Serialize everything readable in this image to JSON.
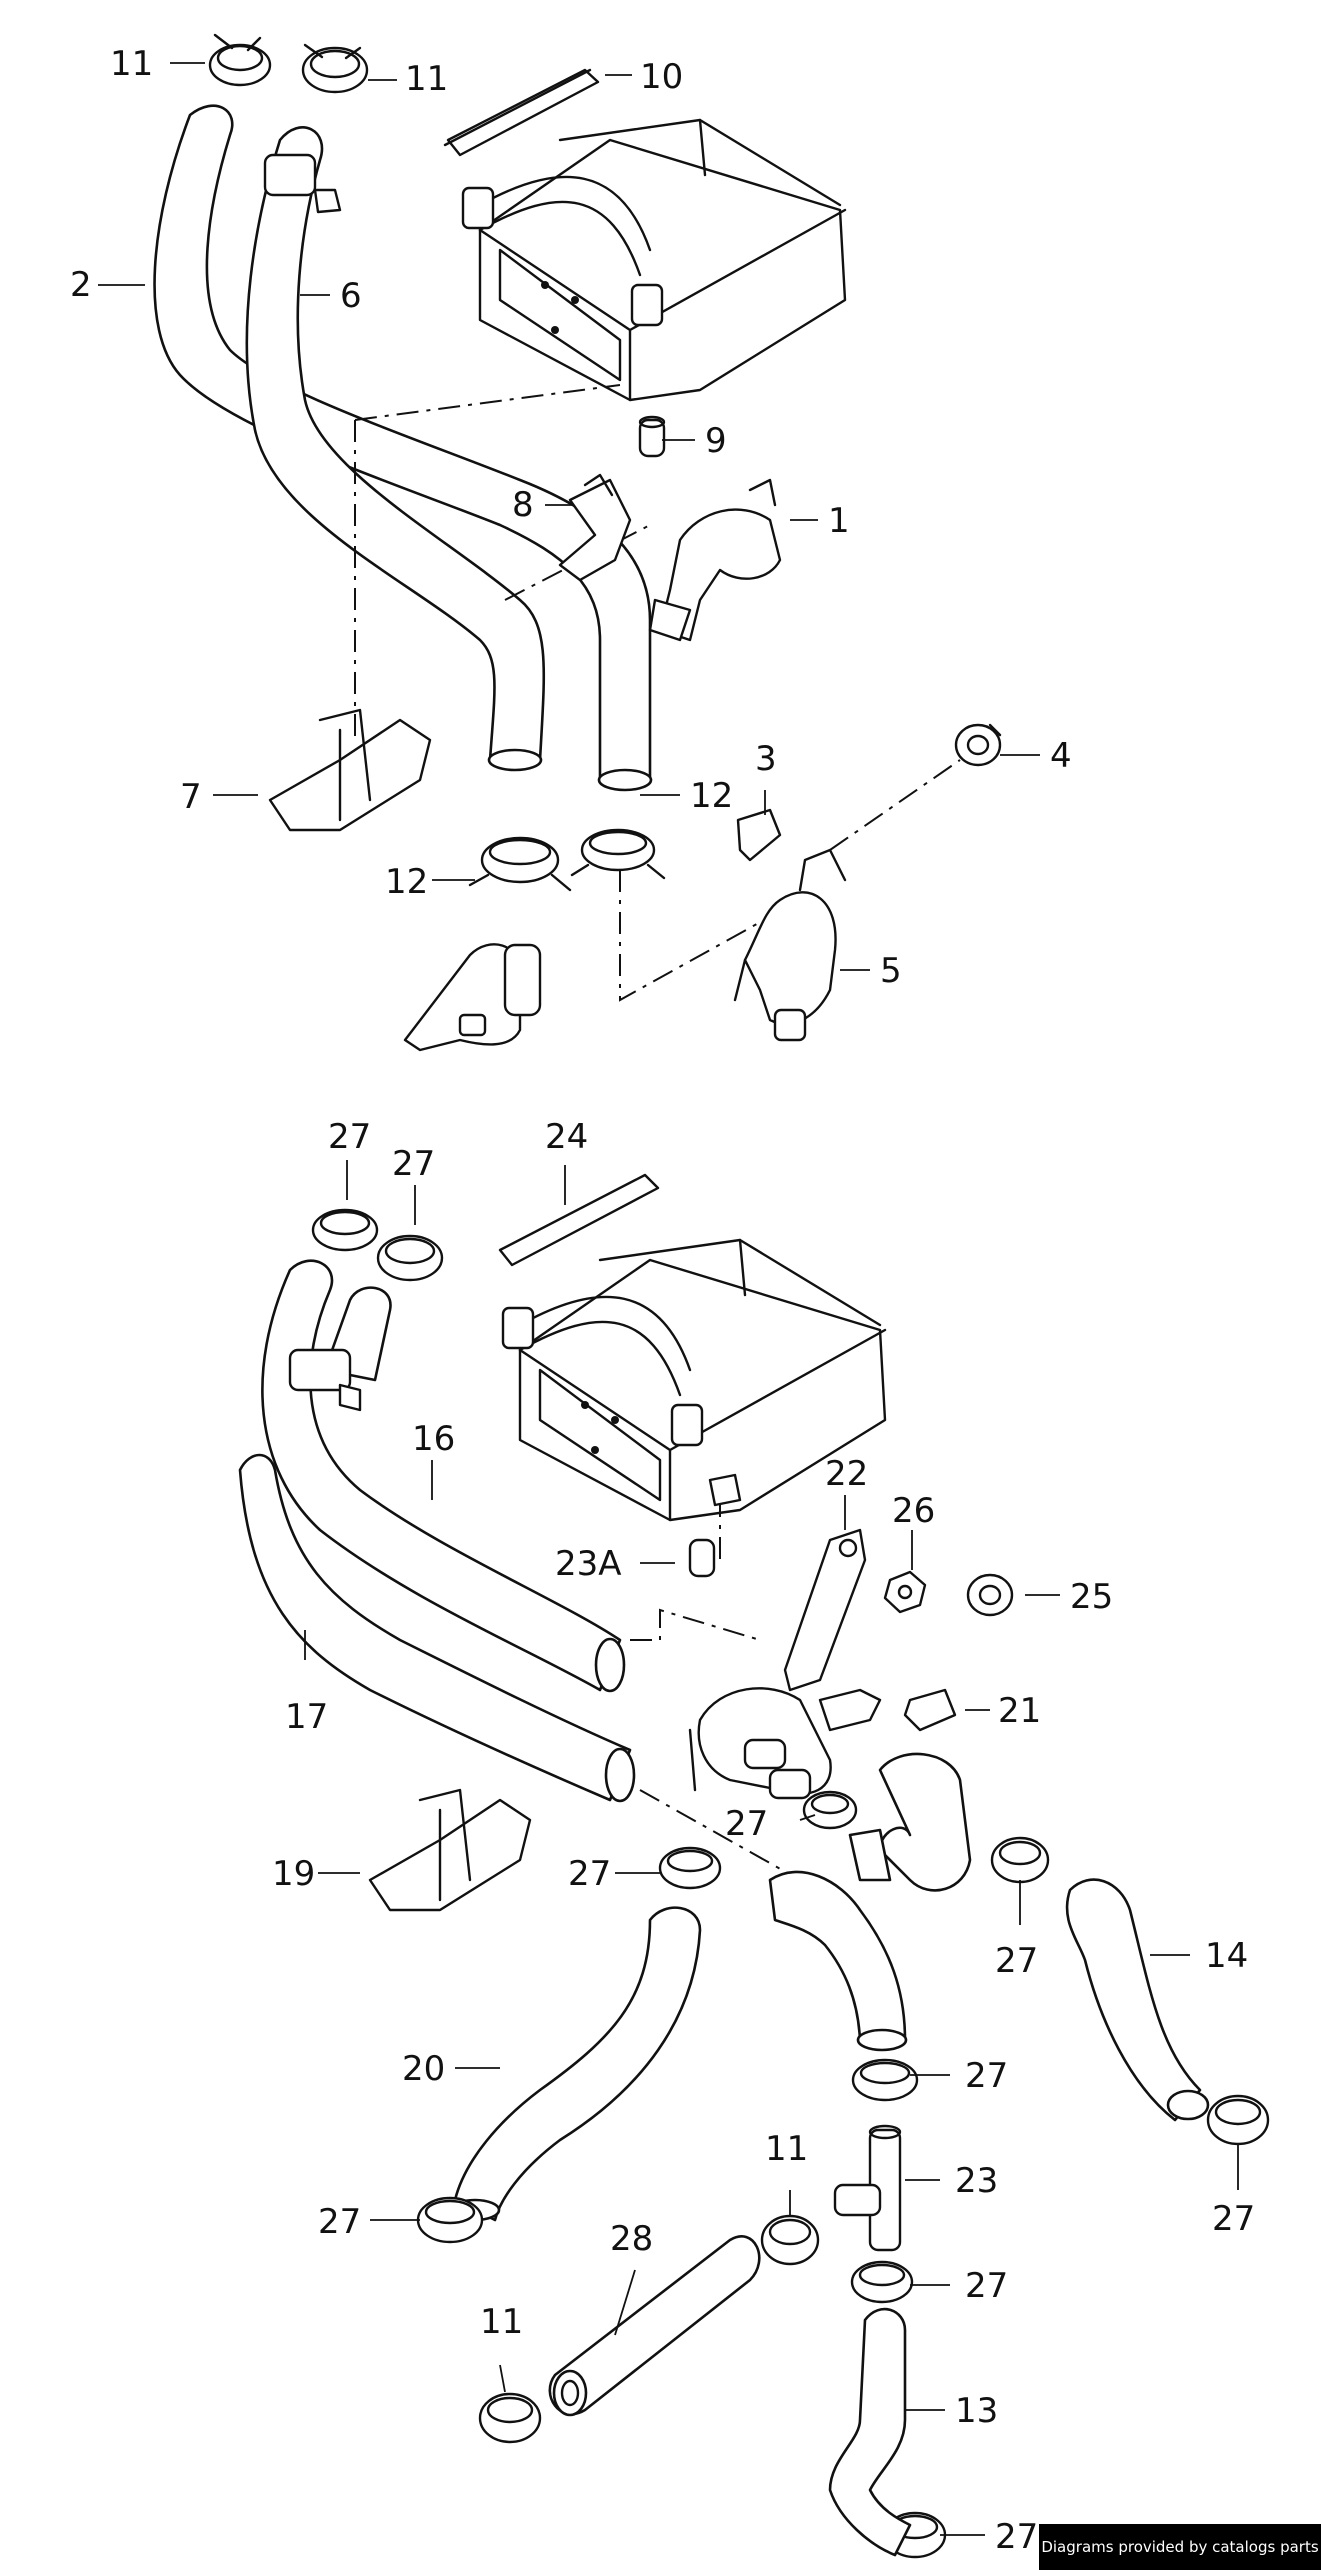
{
  "callouts": [
    {
      "id": "c1",
      "text": "1"
    },
    {
      "id": "c2",
      "text": "2"
    },
    {
      "id": "c3",
      "text": "3"
    },
    {
      "id": "c4",
      "text": "4"
    },
    {
      "id": "c5",
      "text": "5"
    },
    {
      "id": "c6",
      "text": "6"
    },
    {
      "id": "c7",
      "text": "7"
    },
    {
      "id": "c8",
      "text": "8"
    },
    {
      "id": "c9",
      "text": "9"
    },
    {
      "id": "c10",
      "text": "10"
    },
    {
      "id": "c11a",
      "text": "11"
    },
    {
      "id": "c11b",
      "text": "11"
    },
    {
      "id": "c12a",
      "text": "12"
    },
    {
      "id": "c12b",
      "text": "12"
    },
    {
      "id": "c13",
      "text": "13"
    },
    {
      "id": "c14",
      "text": "14"
    },
    {
      "id": "c16",
      "text": "16"
    },
    {
      "id": "c17",
      "text": "17"
    },
    {
      "id": "c19",
      "text": "19"
    },
    {
      "id": "c20",
      "text": "20"
    },
    {
      "id": "c21",
      "text": "21"
    },
    {
      "id": "c22",
      "text": "22"
    },
    {
      "id": "c23",
      "text": "23"
    },
    {
      "id": "c23A",
      "text": "23A"
    },
    {
      "id": "c24",
      "text": "24"
    },
    {
      "id": "c25",
      "text": "25"
    },
    {
      "id": "c26",
      "text": "26"
    },
    {
      "id": "c28",
      "text": "28"
    },
    {
      "id": "c27a",
      "text": "27"
    },
    {
      "id": "c27b",
      "text": "27"
    },
    {
      "id": "c27c",
      "text": "27"
    },
    {
      "id": "c27d",
      "text": "27"
    },
    {
      "id": "c27e",
      "text": "27"
    },
    {
      "id": "c27f",
      "text": "27"
    },
    {
      "id": "c27g",
      "text": "27"
    },
    {
      "id": "c27h",
      "text": "27"
    },
    {
      "id": "c27i",
      "text": "27"
    },
    {
      "id": "c27j",
      "text": "27"
    },
    {
      "id": "c11c",
      "text": "11"
    },
    {
      "id": "c11d",
      "text": "11"
    }
  ],
  "footer": {
    "text": "Diagrams provided by catalogs parts"
  }
}
